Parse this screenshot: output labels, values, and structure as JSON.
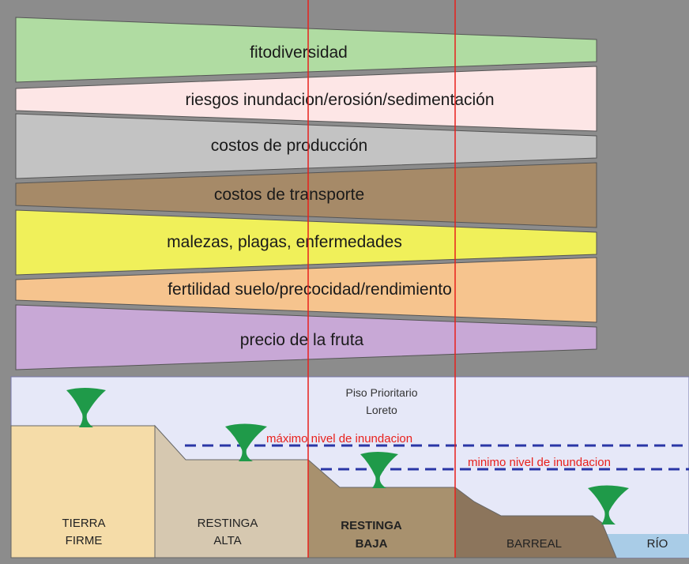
{
  "colors": {
    "background": "#8c8c8c",
    "fitodiversidad": "#b0dca2",
    "riesgos": "#fde6e6",
    "costos_produccion": "#c3c3c3",
    "costos_transporte": "#a68a68",
    "malezas": "#f0f05a",
    "fertilidad": "#f6c48e",
    "precio": "#c8a8d6",
    "sky": "#e6e8f8",
    "tierra_firme": "#f5dca8",
    "restinga_alta": "#d6c8b0",
    "restinga_baja": "#a8916e",
    "barreal": "#8c755c",
    "rio": "#a9cce7",
    "tree": "#1f9a49",
    "flood_line": "#2a36a6",
    "red": "#e8201c"
  },
  "bands": [
    {
      "id": "fitodiversidad",
      "label": "fitodiversidad"
    },
    {
      "id": "riesgos",
      "label": "riesgos inundacion/erosión/sedimentación"
    },
    {
      "id": "costos_produccion",
      "label": "costos  de producción"
    },
    {
      "id": "costos_transporte",
      "label": "costos  de transporte"
    },
    {
      "id": "malezas",
      "label": "malezas, plagas, enfermedades"
    },
    {
      "id": "fertilidad",
      "label": "fertilidad suelo/precocidad/rendimiento"
    },
    {
      "id": "precio",
      "label": "precio de la fruta"
    }
  ],
  "cross_section": {
    "piso_line1": "Piso Prioritario",
    "piso_line2": "Loreto",
    "max_flood_label": "máximo nivel de inundacion",
    "min_flood_label": "minimo nivel de inundacion",
    "zones": {
      "tierra_firme": [
        "TIERRA",
        "FIRME"
      ],
      "restinga_alta": [
        "RESTINGA",
        "ALTA"
      ],
      "restinga_baja": [
        "RESTINGA",
        "BAJA"
      ],
      "barreal": [
        "BARREAL"
      ],
      "rio": [
        "RÍO"
      ]
    }
  }
}
